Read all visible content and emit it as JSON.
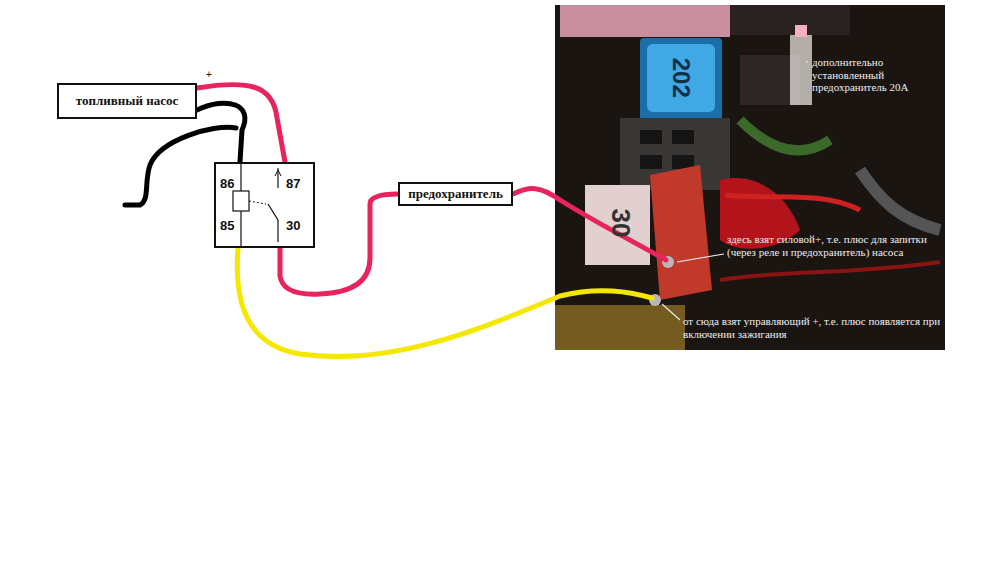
{
  "diagram": {
    "nodes": [
      {
        "text": [
          "топливный насос"
        ]
      },
      {
        "text": [
          "86",
          "87",
          "85",
          "30"
        ]
      },
      {
        "text": [
          "предохранитель"
        ]
      }
    ],
    "edges": [
      {
        "from": 0,
        "to": 1,
        "arrow": "none"
      },
      {
        "from": 0,
        "to": 1,
        "arrow": "none"
      },
      {
        "from": 1,
        "to": 2,
        "arrow": "none"
      }
    ],
    "labels": [
      "+",
      "202",
      "30",
      "дополнительно установленный предохранитель 20А",
      "здесь взят силовой+, т.е. плюс для запитки (через реле и предохранитель) насоса",
      "от сюда взят управляющий +, т.е. плюс появляется при включении зажигания"
    ]
  }
}
